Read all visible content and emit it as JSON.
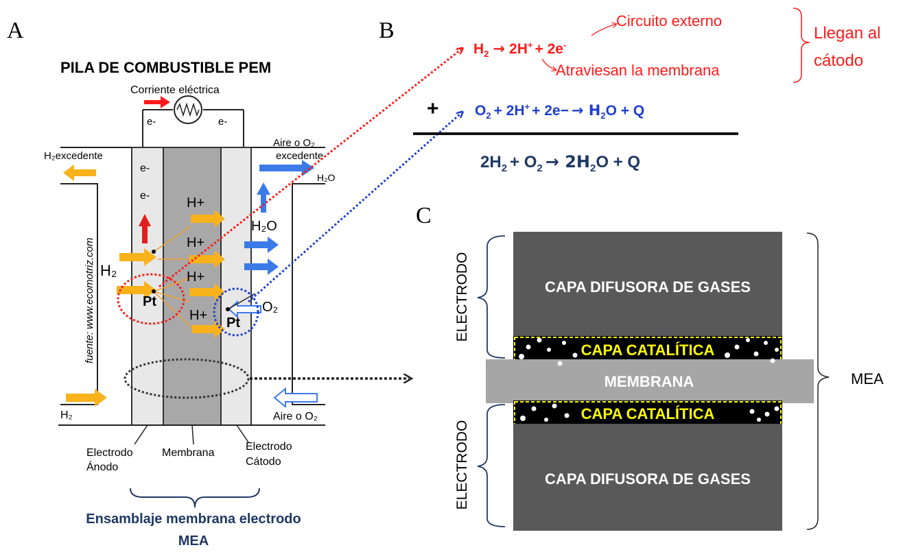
{
  "panel_a": {
    "letter": "A",
    "title": "PILA DE COMBUSTIBLE PEM",
    "current_label": "Corriente eléctrica",
    "e_minus": "e-",
    "h2_excedente": "H₂excedente",
    "aire_excedente_1": "Aire o O₂",
    "aire_excedente_2": "excedente",
    "h2o_right": "H₂O",
    "h_plus": "H+",
    "h2o_mid": "H₂O",
    "h2_mid": "H₂",
    "pt": "Pt",
    "o2": "O₂",
    "h2_bottom": "H₂",
    "aire_bottom": "Aire o O₂",
    "source": "fuente: www.ecomotriz.com",
    "label_anodo_1": "Electrodo",
    "label_anodo_2": "Ánodo",
    "label_membrana": "Membrana",
    "label_catodo_1": "Electrodo",
    "label_catodo_2": "Cátodo",
    "mea_caption_1": "Ensamblaje membrana electrodo",
    "mea_caption_2": "MEA"
  },
  "panel_b": {
    "letter": "B",
    "eq1_h2": "H",
    "eq1_sub2": "2",
    "eq1_arrow": "→",
    "eq1_rhs_a": "2H",
    "eq1_rhs_b": "+ 2e",
    "sup_plus": "+",
    "sup_minus": "-",
    "circuito": "Circuito externo",
    "atraviesan": "Atraviesan la membrana",
    "llegan_1": "Llegan al",
    "llegan_2": "cátodo",
    "plus": "+",
    "eq2_a": "O",
    "eq2_b": "+ 2H",
    "eq2_c": "+ 2e−",
    "eq2_d": "→ H",
    "eq2_e": "O + Q",
    "eq3_a": "2H",
    "eq3_b": "+ O",
    "eq3_c": "→ 2H",
    "eq3_d": "O + Q"
  },
  "panel_c": {
    "letter": "C",
    "gdl_top": "CAPA DIFUSORA DE GASES",
    "cat_top": "CAPA CATALÍTICA",
    "membrana": "MEMBRANA",
    "cat_bottom": "CAPA CATALÍTICA",
    "gdl_bottom": "CAPA DIFUSORA DE GASES",
    "electrodo_top": "ELECTRODO",
    "electrodo_bottom": "ELECTRODO",
    "mea": "MEA"
  },
  "colors": {
    "red": "#ff1a1a",
    "blue": "#1f3fd1",
    "navy": "#1f3864",
    "yellow_arrow": "#f7b21c",
    "blue_arrow": "#3a7be8",
    "dark_gray": "#595959",
    "membrane_gray": "#a6a6a6",
    "catalyst_yellow": "#ffff00"
  }
}
